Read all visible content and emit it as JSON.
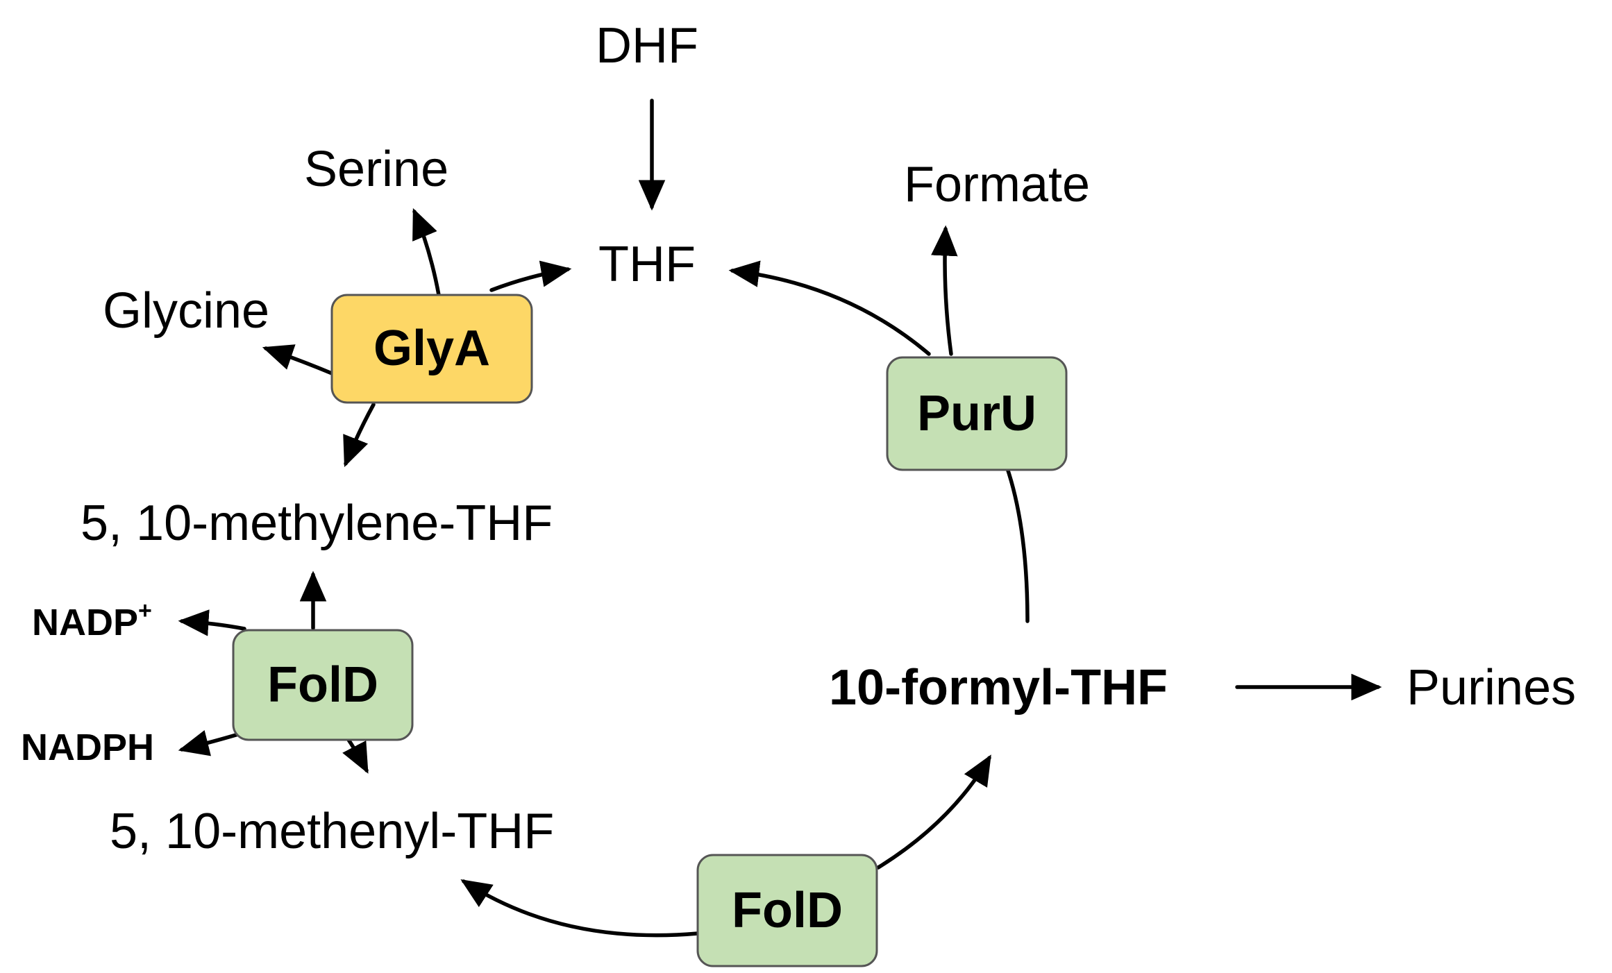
{
  "metabolites": {
    "dhf": "DHF",
    "serine": "Serine",
    "formate": "Formate",
    "thf": "THF",
    "glycine": "Glycine",
    "methylene_thf": "5, 10-methylene-THF",
    "methenyl_thf": "5, 10-methenyl-THF",
    "formyl_thf": "10-formyl-THF",
    "purines": "Purines"
  },
  "cofactors": {
    "nadp_plus": "NADP",
    "nadp_plus_sup": "+",
    "nadph": "NADPH"
  },
  "enzymes": {
    "glya": "GlyA",
    "puru": "PurU",
    "fold_top": "FolD",
    "fold_bottom": "FolD"
  },
  "colors": {
    "glya_fill": "#FDD766",
    "enzyme_fill": "#C5E0B4",
    "arrow": "#000000"
  }
}
